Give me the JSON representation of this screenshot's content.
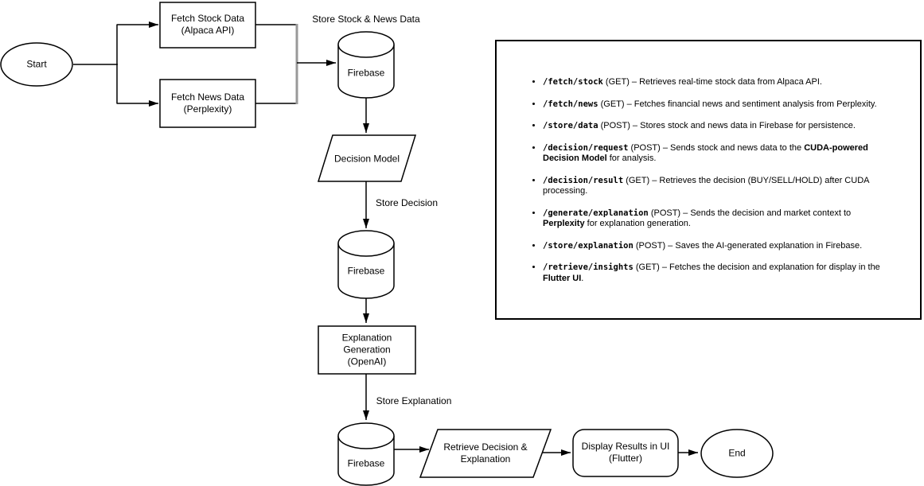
{
  "diagram": {
    "nodes": {
      "start": {
        "label": "Start"
      },
      "fetch_stock": {
        "lines": [
          "Fetch Stock Data",
          "(Alpaca API)"
        ]
      },
      "fetch_news": {
        "lines": [
          "Fetch News Data",
          "(Perplexity)"
        ]
      },
      "firebase_store": {
        "label": "Firebase"
      },
      "decision_model": {
        "label": "Decision Model"
      },
      "firebase_decision": {
        "label": "Firebase"
      },
      "explanation_generation": {
        "lines": [
          "Explanation",
          "Generation",
          "(OpenAI)"
        ]
      },
      "firebase_explanation": {
        "label": "Firebase"
      },
      "retrieve": {
        "lines": [
          "Retrieve Decision &",
          "Explanation"
        ]
      },
      "display": {
        "lines": [
          "Display Results in UI",
          "(Flutter)"
        ]
      },
      "end": {
        "label": "End"
      }
    },
    "edge_labels": {
      "store_stock_news": "Store Stock & News Data",
      "store_decision": "Store Decision",
      "store_explanation": "Store Explanation"
    },
    "colors": {
      "stroke": "#000000",
      "merge_line": "#999999",
      "fill": "#ffffff"
    }
  },
  "api_panel": {
    "items": [
      {
        "segments": [
          {
            "t": "/fetch/stock",
            "s": "code"
          },
          {
            "t": " (GET) – Retrieves real-time stock data from Alpaca API.",
            "s": "plain"
          }
        ]
      },
      {
        "segments": [
          {
            "t": "/fetch/news",
            "s": "code"
          },
          {
            "t": " (GET) – Fetches financial news and sentiment analysis from Perplexity.",
            "s": "plain"
          }
        ]
      },
      {
        "segments": [
          {
            "t": "/store/data",
            "s": "code"
          },
          {
            "t": " (POST) – Stores stock and news data in Firebase for persistence.",
            "s": "plain"
          }
        ]
      },
      {
        "segments": [
          {
            "t": "/decision/request",
            "s": "code"
          },
          {
            "t": " (POST) – Sends stock and news data to the ",
            "s": "plain"
          },
          {
            "t": "CUDA-powered Decision Model",
            "s": "bold"
          },
          {
            "t": " for analysis.",
            "s": "plain"
          }
        ]
      },
      {
        "segments": [
          {
            "t": "/decision/result",
            "s": "code"
          },
          {
            "t": " (GET) – Retrieves the decision (BUY/SELL/HOLD) after CUDA processing.",
            "s": "plain"
          }
        ]
      },
      {
        "segments": [
          {
            "t": "/generate/explanation",
            "s": "code"
          },
          {
            "t": " (POST) – Sends the decision and market context to ",
            "s": "plain"
          },
          {
            "t": "Perplexity",
            "s": "bold"
          },
          {
            "t": " for explanation generation.",
            "s": "plain"
          }
        ]
      },
      {
        "segments": [
          {
            "t": "/store/explanation",
            "s": "code"
          },
          {
            "t": " (POST) – Saves the AI-generated explanation in Firebase.",
            "s": "plain"
          }
        ]
      },
      {
        "segments": [
          {
            "t": "/retrieve/insights",
            "s": "code"
          },
          {
            "t": " (GET) – Fetches the decision and explanation for display in the ",
            "s": "plain"
          },
          {
            "t": "Flutter UI",
            "s": "bold"
          },
          {
            "t": ".",
            "s": "plain"
          }
        ]
      }
    ]
  }
}
